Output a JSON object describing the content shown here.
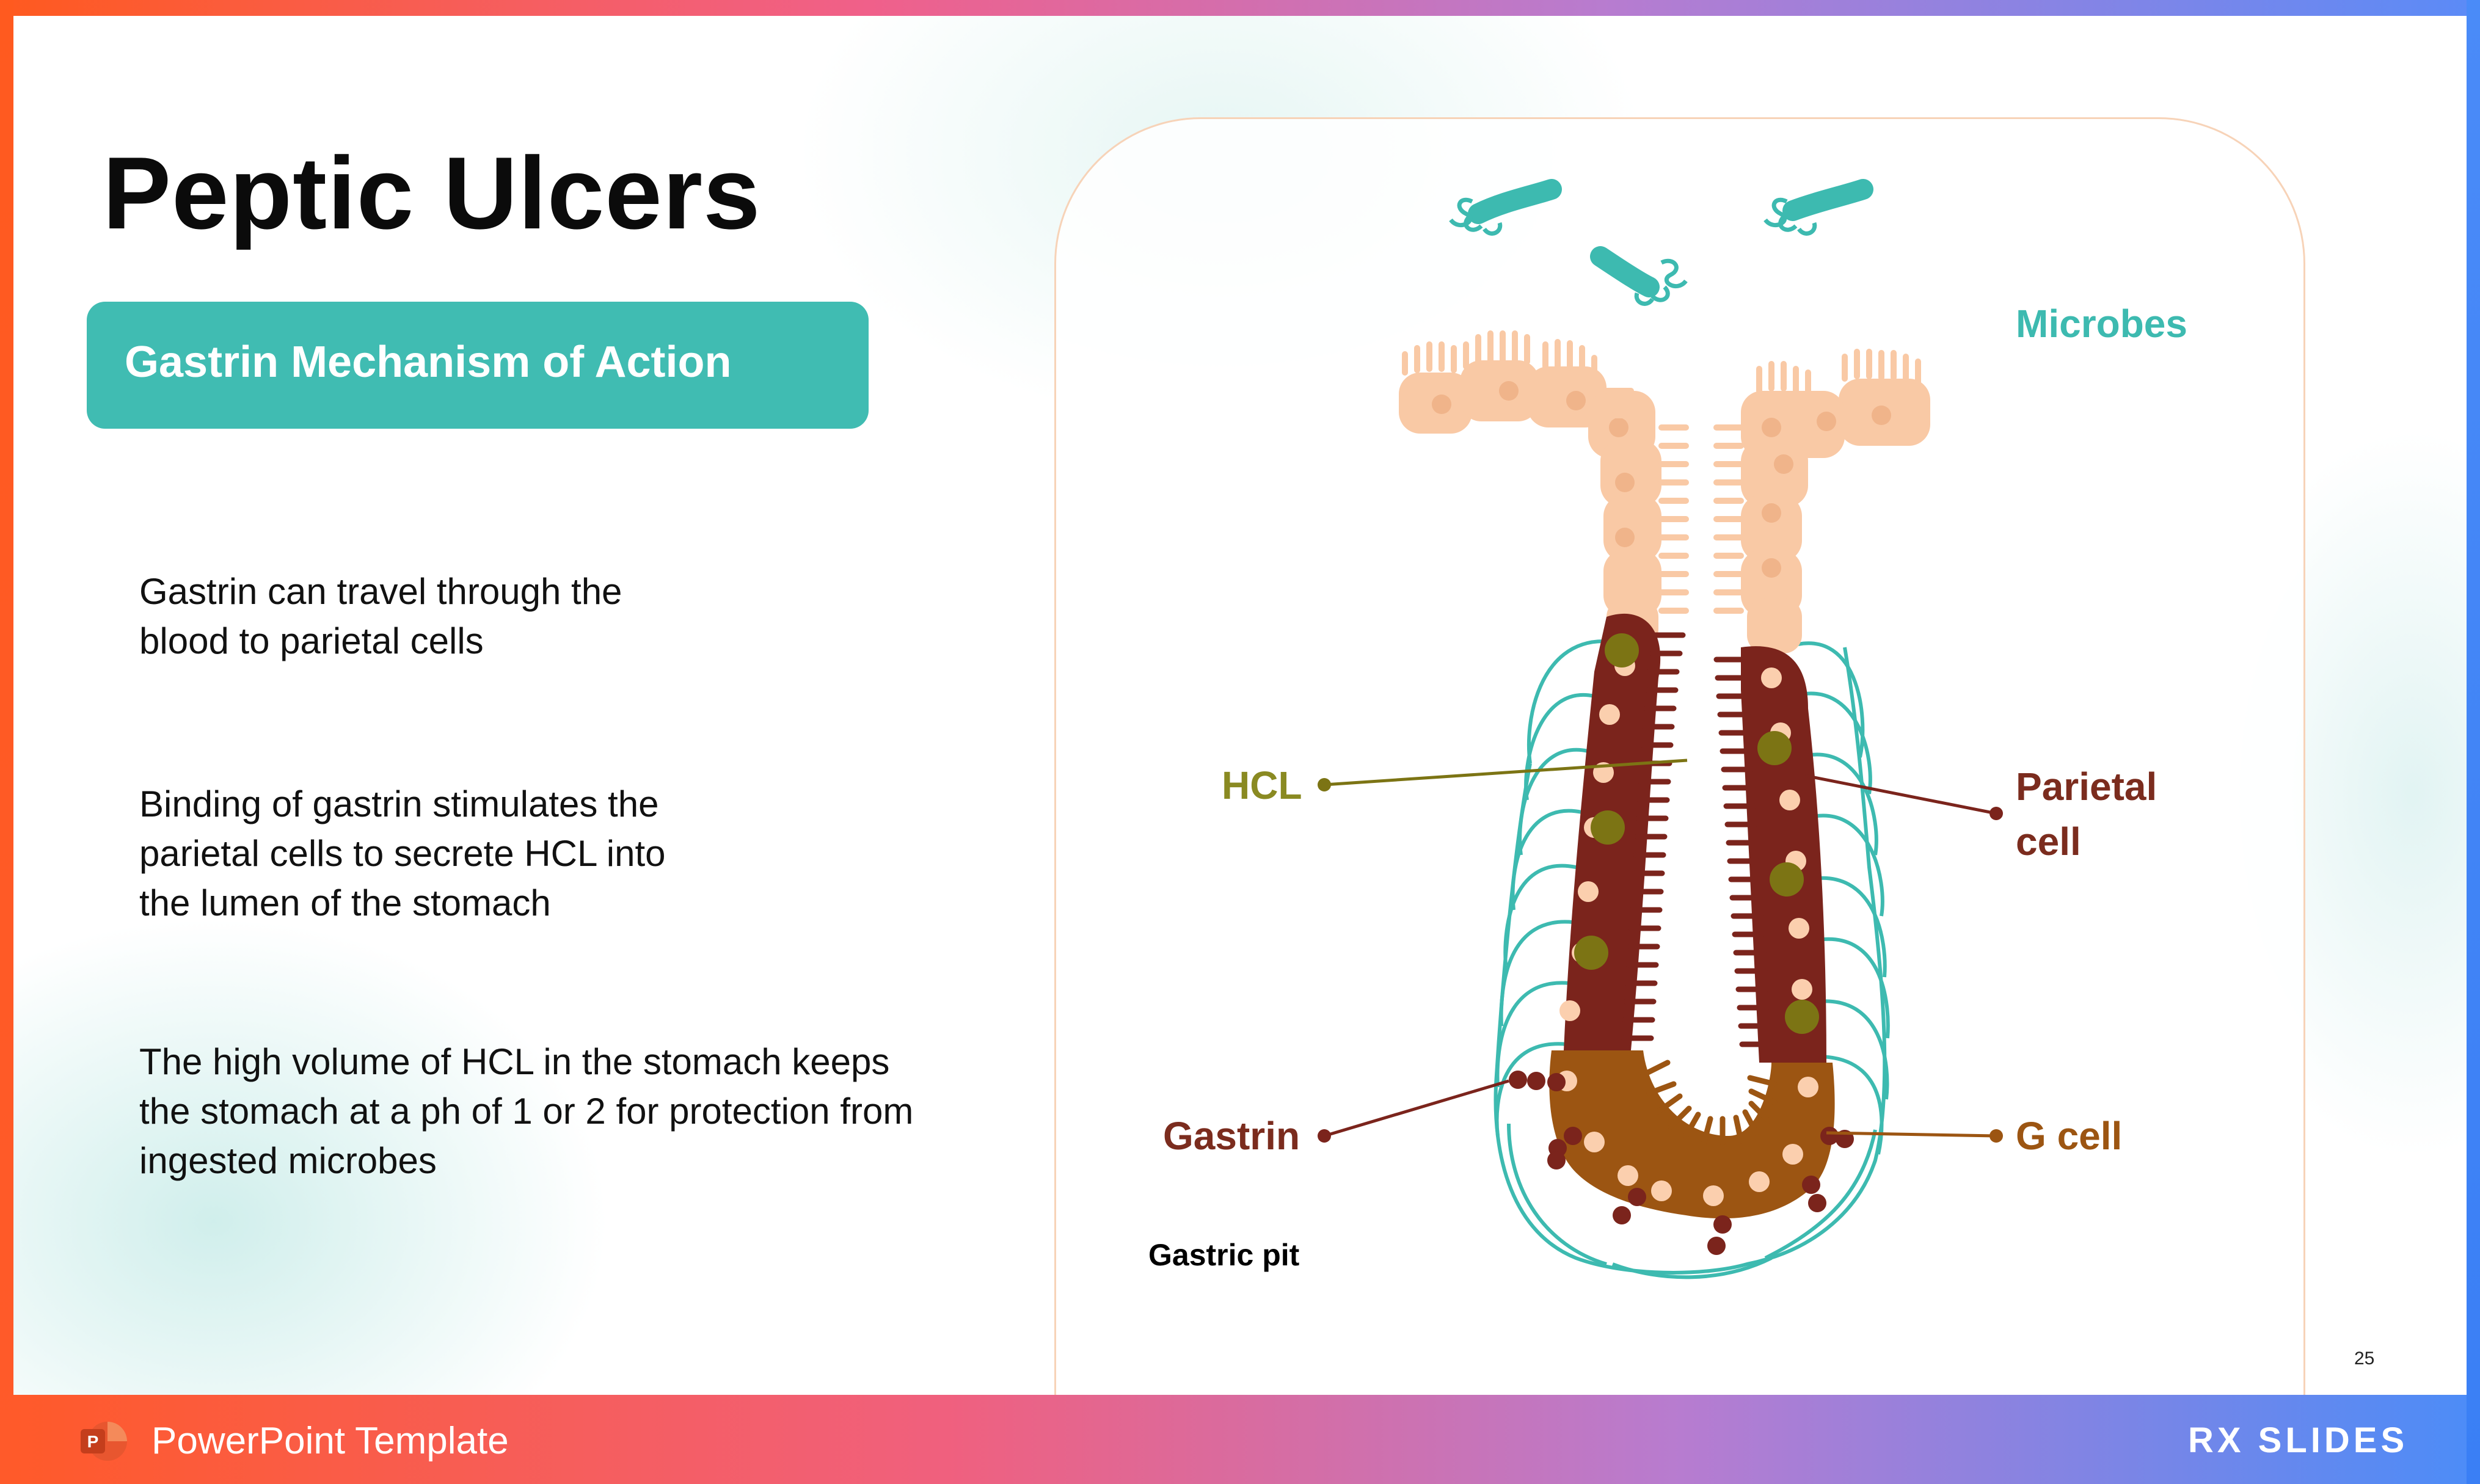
{
  "slide": {
    "title": "Peptic Ulcers",
    "subtitle": "Gastrin Mechanism of Action",
    "paragraphs": [
      "Gastrin can travel through the\nblood to parietal cells",
      "Binding of gastrin stimulates the\nparietal cells to secrete HCL into\nthe lumen of the stomach",
      "The high volume of HCL in the stomach keeps\nthe stomach at a ph of 1 or 2 for protection from\ningested microbes"
    ],
    "page_number": "25"
  },
  "diagram": {
    "labels": {
      "microbes": "Microbes",
      "hcl": "HCL",
      "parietal_line1": "Parietal",
      "parietal_line2": "cell",
      "gastrin": "Gastrin",
      "g_cell": "G cell",
      "gastric_pit": "Gastric pit"
    },
    "colors": {
      "teal": "#3dbab0",
      "peach": "#f9c9a5",
      "maroon": "#7b241c",
      "brown": "#9c5512",
      "olive": "#7c7414",
      "label_olive": "#8a8a22",
      "label_maroon": "#7b2c1e",
      "label_brown": "#9c5512"
    }
  },
  "footer": {
    "template_label": "PowerPoint Template",
    "app_icon": "powerpoint-icon",
    "brand": "RX SLIDES"
  },
  "theme": {
    "accent": "#40bcb2",
    "gradient_start": "#ff5a1f",
    "gradient_end": "#4a8bf8"
  }
}
